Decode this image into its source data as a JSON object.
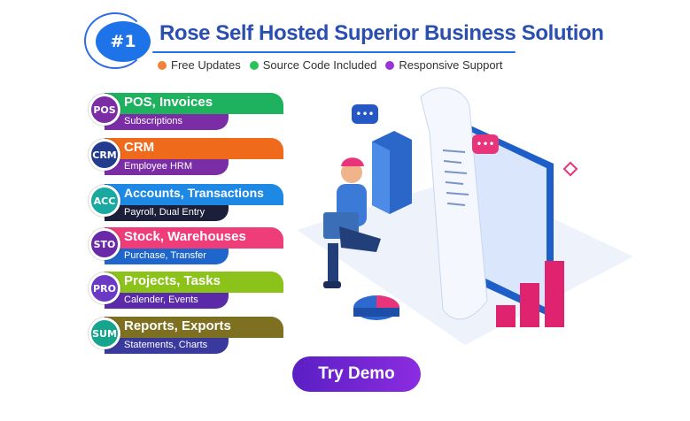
{
  "header": {
    "badge": "#1",
    "title": "Rose Self Hosted Superior Business Solution",
    "features": [
      {
        "label": "Free Updates",
        "color": "#f0823a"
      },
      {
        "label": "Source Code Included",
        "color": "#27c25a"
      },
      {
        "label": "Responsive Support",
        "color": "#9b34d6"
      }
    ]
  },
  "modules": [
    {
      "code": "POS",
      "title": "POS, Invoices",
      "subtitle": "Subscriptions",
      "color": "#1fb25e",
      "dark": "#7a2da5",
      "circle": "#7a2da5"
    },
    {
      "code": "CRM",
      "title": "CRM",
      "subtitle": "Employee HRM",
      "color": "#ef6a1a",
      "dark": "#7a2da5",
      "circle": "#233c8e"
    },
    {
      "code": "ACC",
      "title": "Accounts, Transactions",
      "subtitle": "Payroll, Dual Entry",
      "color": "#1e88e5",
      "dark": "#1b1f3a",
      "circle": "#19a9a0"
    },
    {
      "code": "STO",
      "title": "Stock, Warehouses",
      "subtitle": "Purchase, Transfer",
      "color": "#ef3d7a",
      "dark": "#1e66cc",
      "circle": "#6a2aa8"
    },
    {
      "code": "PRO",
      "title": "Projects, Tasks",
      "subtitle": "Calender, Events",
      "color": "#8cc31a",
      "dark": "#5a2aa8",
      "circle": "#6a3ac4"
    },
    {
      "code": "SUM",
      "title": "Reports, Exports",
      "subtitle": "Statements, Charts",
      "color": "#7d7020",
      "dark": "#3a3a9e",
      "circle": "#15a58c"
    }
  ],
  "cta": {
    "label": "Try Demo"
  }
}
